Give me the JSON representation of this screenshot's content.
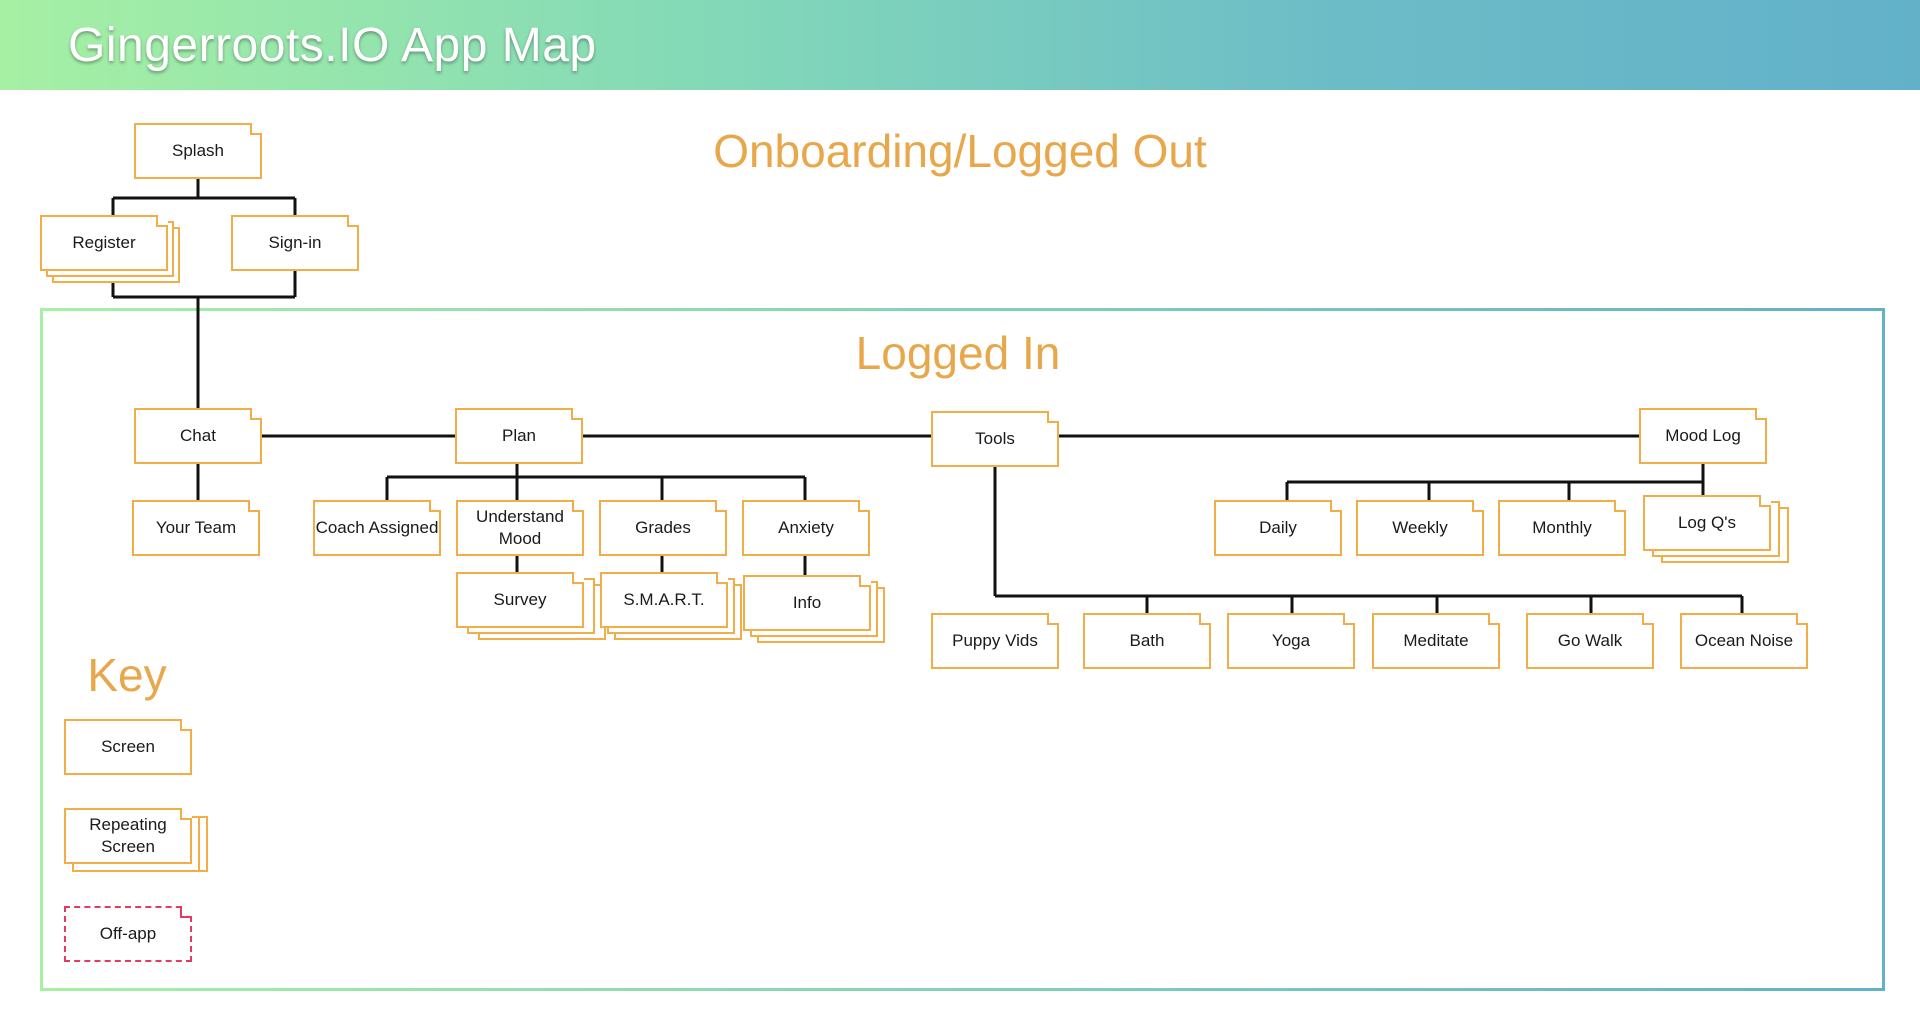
{
  "header": {
    "title": "Gingerroots.IO App Map"
  },
  "sections": {
    "onboarding": "Onboarding/Logged Out",
    "logged_in": "Logged In",
    "key": "Key"
  },
  "colors": {
    "accent": "#e8a74a",
    "node_border": "#f1ad48",
    "offapp_border": "#e23a62",
    "header_start": "#a6f0a4",
    "header_end": "#62b1c9",
    "connector": "#111111"
  },
  "nodes": {
    "splash": "Splash",
    "register": "Register",
    "signin": "Sign-in",
    "chat": "Chat",
    "your_team": "Your Team",
    "plan": "Plan",
    "coach_assigned": "Coach Assigned",
    "understand_mood": "Understand Mood",
    "survey": "Survey",
    "grades": "Grades",
    "smart": "S.M.A.R.T.",
    "anxiety": "Anxiety",
    "info": "Info",
    "tools": "Tools",
    "puppy_vids": "Puppy Vids",
    "bath": "Bath",
    "yoga": "Yoga",
    "meditate": "Meditate",
    "go_walk": "Go Walk",
    "ocean_noise": "Ocean Noise",
    "mood_log": "Mood Log",
    "daily": "Daily",
    "weekly": "Weekly",
    "monthly": "Monthly",
    "log_qs": "Log Q's"
  },
  "key": {
    "screen": "Screen",
    "repeating_screen": "Repeating Screen",
    "off_app": "Off-app"
  }
}
